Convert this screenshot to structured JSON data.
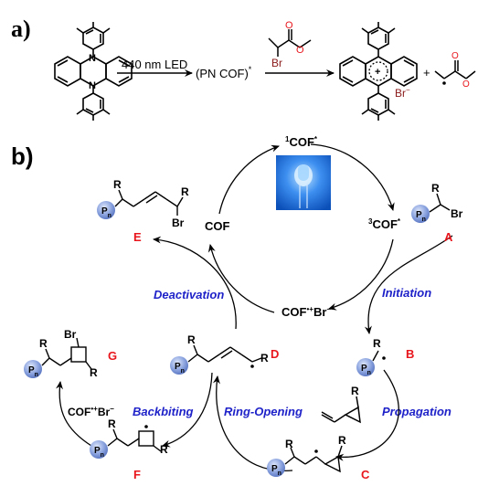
{
  "panel_a": {
    "label": "a)",
    "condition": "440 nm LED",
    "intermediate": "(PN COF)",
    "intermediate_sup": "*",
    "reagent_atom": "Br",
    "product_counterion": "Br",
    "product_counterion_sup": "−",
    "n_atom": "N",
    "plus": "+"
  },
  "panel_b": {
    "label": "b)",
    "cycle": {
      "singlet": "COF",
      "singlet_pre": "1",
      "singlet_sup": "*",
      "triplet": "COF",
      "triplet_pre": "3",
      "triplet_sup": "*",
      "ground": "COF",
      "radical_cation": "COF",
      "radical_cation_sup": "•+",
      "radical_cation_anion": "Br",
      "radical_cation_anion_sup": "−"
    },
    "step_labels": {
      "deactivation": "Deactivation",
      "initiation": "Initiation",
      "propagation": "Propagation",
      "ring_opening": "Ring-Opening",
      "backbiting": "Backbiting"
    },
    "species": {
      "A": "A",
      "B": "B",
      "C": "C",
      "D": "D",
      "E": "E",
      "F": "F",
      "G": "G"
    },
    "side_reagent": "COF",
    "side_reagent_sup": "•+",
    "side_reagent_anion": "Br",
    "side_reagent_anion_sup": "−",
    "polymer_sphere": "P",
    "polymer_sub": "n",
    "atoms": {
      "R": "R",
      "Br": "Br"
    }
  },
  "colors": {
    "species_label": "#e8161c",
    "step_label": "#1e22c8",
    "polymer_sphere": "#8ea6e0",
    "bromine_dark": "#8b1a1a",
    "led_blue": "#1f74d8"
  }
}
